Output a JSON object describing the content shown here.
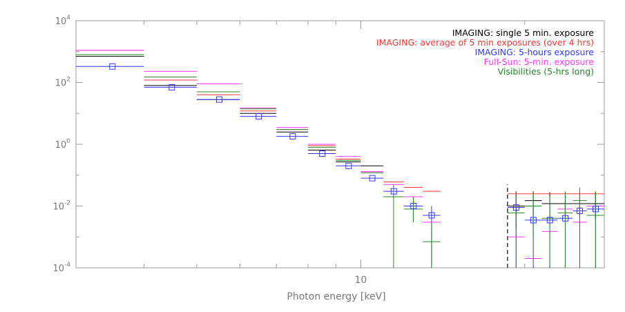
{
  "chart_data": {
    "type": "scatter",
    "title": "",
    "xlabel": "Photon energy [keV]",
    "ylabel": "",
    "x_scale": "log",
    "y_scale": "log",
    "xlim": [
      3,
      28
    ],
    "ylim": [
      0.0001,
      10000
    ],
    "x_tick_labels": [
      {
        "value": 10,
        "label": "10"
      }
    ],
    "x_minor_ticks": [
      4,
      5,
      6,
      7,
      8,
      9,
      20
    ],
    "y_ticks": [
      {
        "value": 0.0001,
        "base": "10",
        "exp": "-4"
      },
      {
        "value": 0.01,
        "base": "10",
        "exp": "-2"
      },
      {
        "value": 1,
        "base": "10",
        "exp": "0"
      },
      {
        "value": 100,
        "base": "10",
        "exp": "2"
      },
      {
        "value": 10000,
        "base": "10",
        "exp": "4"
      }
    ],
    "vline": {
      "x": 18.6,
      "style": "dashed",
      "color": "#000000",
      "y_top": 0.05
    },
    "bins": [
      [
        3,
        4
      ],
      [
        4,
        5
      ],
      [
        5,
        6
      ],
      [
        6,
        7
      ],
      [
        7,
        8
      ],
      [
        8,
        9
      ],
      [
        9,
        10
      ],
      [
        10,
        11
      ],
      [
        11,
        12
      ],
      [
        12,
        13
      ],
      [
        13,
        14
      ],
      [
        14,
        15
      ],
      [
        15,
        16
      ],
      [
        16,
        17
      ],
      [
        17,
        18.6
      ],
      [
        18.6,
        20
      ],
      [
        20,
        21.5
      ],
      [
        21.5,
        23
      ],
      [
        23,
        24.5
      ],
      [
        24.5,
        26
      ],
      [
        26,
        28
      ]
    ],
    "series": [
      {
        "name": "IMAGING: single 5 min. exposure",
        "color": "#000000",
        "values": [
          700,
          80,
          28,
          10,
          2.5,
          0.65,
          0.27,
          0.2,
          null,
          null,
          null,
          null,
          null,
          null,
          null,
          0.01,
          0.015,
          0.012,
          0.012,
          0.012,
          0.012
        ],
        "err_lo": [
          null,
          null,
          null,
          null,
          null,
          null,
          null,
          null,
          null,
          null,
          null,
          null,
          null,
          null,
          null,
          0.002,
          0.005,
          0.004,
          0.004,
          0.004,
          0.004
        ],
        "err_hi": [
          null,
          null,
          null,
          null,
          null,
          null,
          null,
          null,
          null,
          null,
          null,
          null,
          null,
          null,
          null,
          0.03,
          0.03,
          0.028,
          0.028,
          0.028,
          0.028
        ]
      },
      {
        "name": "IMAGING: average of 5 min exposures (over 4 hrs)",
        "color": "#ff3333",
        "values": [
          1100,
          120,
          40,
          12,
          3,
          0.9,
          0.33,
          0.13,
          0.06,
          0.04,
          0.03,
          null,
          null,
          null,
          null,
          0.025,
          0.025,
          0.025,
          0.025,
          0.025,
          0.025
        ],
        "err_lo": [],
        "err_hi": []
      },
      {
        "name": "IMAGING: 5-hours exposure",
        "color": "#3333ff",
        "values": [
          330,
          70,
          28,
          8,
          1.8,
          0.5,
          0.2,
          0.08,
          0.03,
          0.01,
          0.005,
          null,
          null,
          null,
          null,
          0.009,
          0.0035,
          0.0035,
          0.004,
          0.007,
          0.008
        ],
        "err_lo": [
          null,
          null,
          null,
          null,
          null,
          null,
          null,
          null,
          null,
          0.004,
          0.0001,
          null,
          null,
          null,
          null,
          0.0001,
          0.0001,
          0.0001,
          0.0001,
          0.0001,
          0.0001
        ],
        "err_hi": [
          null,
          null,
          null,
          null,
          null,
          null,
          null,
          null,
          null,
          0.015,
          0.01,
          null,
          null,
          null,
          null,
          0.02,
          0.012,
          0.012,
          0.014,
          0.02,
          0.025
        ]
      },
      {
        "name": "Full-Sun: 5-min. exposure",
        "color": "#ff33ff",
        "values": [
          1100,
          230,
          90,
          15,
          3.5,
          1.0,
          0.4,
          0.13,
          0.05,
          0.02,
          0.003,
          null,
          null,
          null,
          null,
          0.001,
          0.0002,
          0.0015,
          0.008,
          0.003,
          0.01
        ],
        "err_lo": [],
        "err_hi": []
      },
      {
        "name": "Visibilities (5-hrs long)",
        "color": "#228822",
        "values": [
          800,
          150,
          50,
          14,
          3,
          0.8,
          0.3,
          0.12,
          0.02,
          0.008,
          0.0007,
          null,
          null,
          null,
          null,
          0.006,
          0.01,
          0.004,
          0.006,
          0.015,
          0.005
        ],
        "err_lo": [
          null,
          null,
          null,
          null,
          null,
          null,
          null,
          null,
          0.0001,
          0.003,
          0.0001,
          null,
          null,
          null,
          null,
          0.0001,
          0.001,
          0.0001,
          0.0001,
          0.003,
          0.0001
        ],
        "err_hi": [
          null,
          null,
          null,
          null,
          null,
          null,
          null,
          null,
          0.05,
          0.02,
          0.003,
          null,
          null,
          null,
          null,
          0.03,
          0.03,
          0.02,
          0.03,
          0.04,
          0.03
        ]
      }
    ],
    "markers": {
      "series": "IMAGING: 5-hours exposure",
      "shape": "square",
      "x": [
        3.5,
        4.5,
        5.5,
        6.5,
        7.5,
        8.5,
        9.5,
        10.5,
        11.5,
        12.5,
        13.5,
        19.3,
        20.75,
        22.25,
        23.75,
        25.25,
        27
      ]
    },
    "legend": {
      "placement": "top-right",
      "align": "right"
    }
  }
}
